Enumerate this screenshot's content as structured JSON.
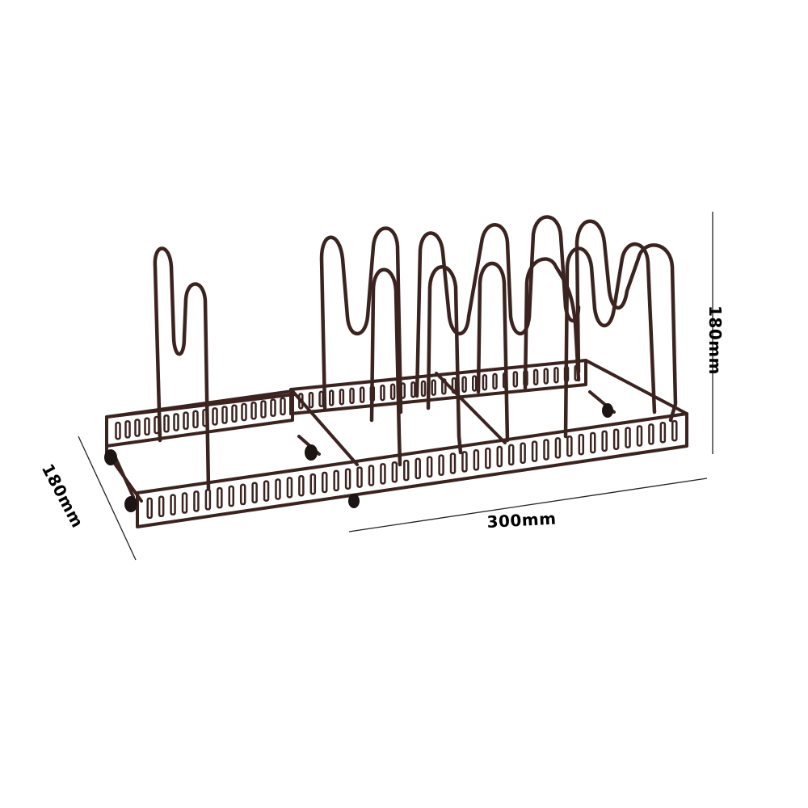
{
  "product": {
    "name": "",
    "rack_color": "#3b2420",
    "rack_highlight": "#6a4a44",
    "dimension_line_color": "#222222"
  },
  "dimensions": {
    "width": "300mm",
    "height": "180mm",
    "depth": "180mm"
  }
}
